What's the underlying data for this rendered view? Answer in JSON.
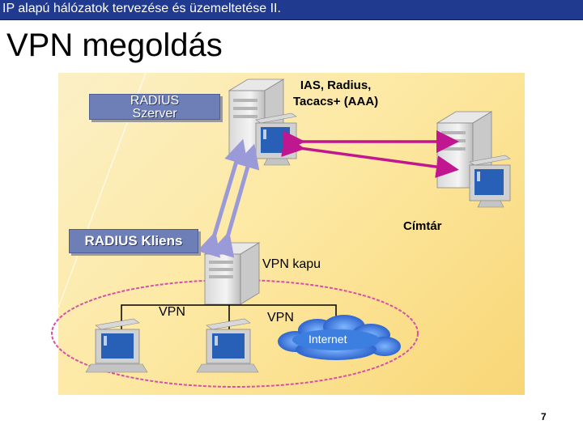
{
  "header": {
    "course_title": "IP alapú hálózatok tervezése és üzemeltetése II."
  },
  "slide": {
    "title": "VPN megoldás",
    "page_number": "7"
  },
  "diagram": {
    "radius_server_label_line1": "RADIUS",
    "radius_server_label_line2": "Szerver",
    "ias_label_line1": "IAS, Radius,",
    "ias_label_line2": "Tacacs+ (AAA)",
    "directory_label": "Címtár",
    "radius_client_label": "RADIUS Kliens",
    "vpn_gateway_label": "VPN kapu",
    "vpn_left_label": "VPN",
    "vpn_right_label": "VPN",
    "internet_label": "Internet"
  },
  "colors": {
    "header_bg": "#1f3a8f",
    "label_box_bg": "#6e7fb8",
    "magenta_arrow": "#c0168f",
    "lavender_arrow": "#9a9ad8",
    "ellipse_outline": "#d84fa8",
    "cloud_blue": "#2a6fd6"
  }
}
